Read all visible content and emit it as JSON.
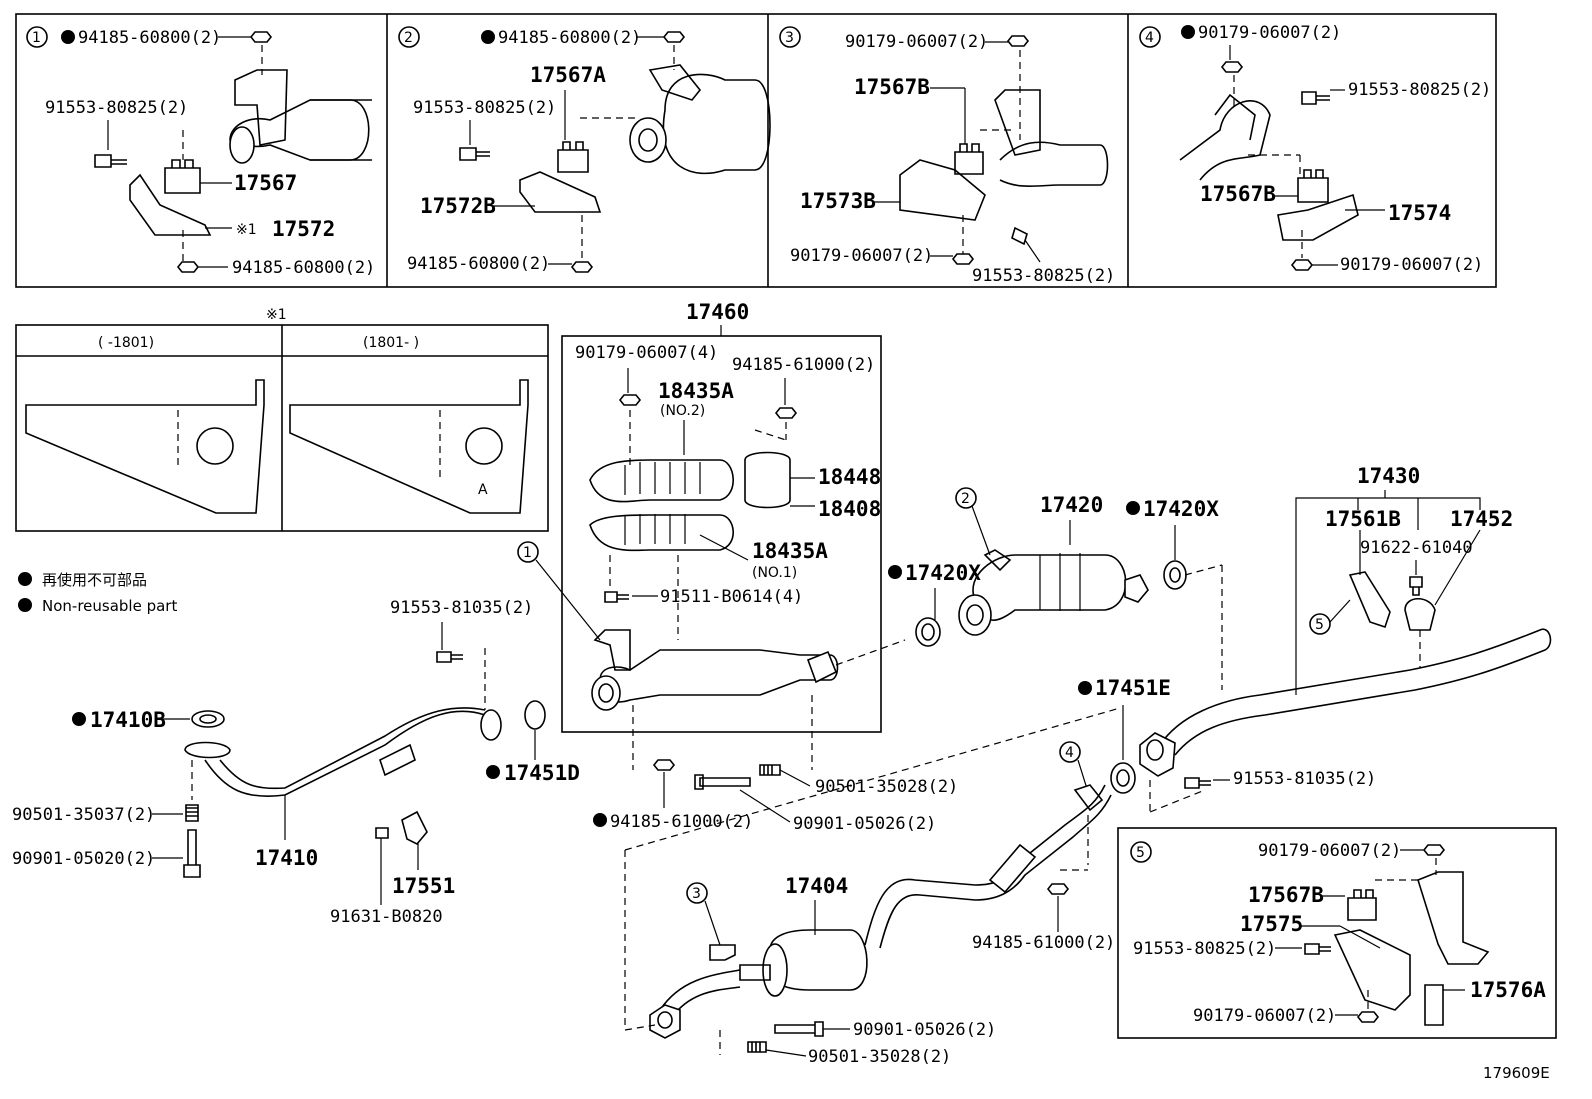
{
  "figure_code": "179609E",
  "legend": {
    "jp": "再使用不可部品",
    "en": "Non-reusable part"
  },
  "detail_panels": [
    {
      "num": "1",
      "labels": [
        "94185-60800(2)",
        "91553-80825(2)",
        "17567",
        "17572",
        "94185-60800(2)"
      ],
      "note": "※1"
    },
    {
      "num": "2",
      "labels": [
        "94185-60800(2)",
        "17567A",
        "91553-80825(2)",
        "17572B",
        "94185-60800(2)"
      ]
    },
    {
      "num": "3",
      "labels": [
        "90179-06007(2)",
        "17567B",
        "17573B",
        "90179-06007(2)",
        "91553-80825(2)"
      ]
    },
    {
      "num": "4",
      "labels": [
        "90179-06007(2)",
        "91553-80825(2)",
        "17567B",
        "17574",
        "90179-06007(2)"
      ]
    }
  ],
  "note_panel": {
    "title": "※1",
    "left_header": "(     -1801)",
    "right_header": "(1801-     )",
    "mark": "A"
  },
  "assembly_17460": {
    "title": "17460",
    "labels": [
      "90179-06007(4)",
      "94185-61000(2)",
      "18435A",
      "(NO.2)",
      "18448",
      "18408",
      "18435A",
      "(NO.1)",
      "91511-B0614(4)"
    ]
  },
  "assembly_17430": {
    "title": "17430",
    "labels": [
      "17561B",
      "17452",
      "91622-61040"
    ]
  },
  "panel5": {
    "num": "5",
    "labels": [
      "90179-06007(2)",
      "17567B",
      "17575",
      "91553-80825(2)",
      "17576A",
      "90179-06007(2)"
    ]
  },
  "main_labels": {
    "l17420": "17420",
    "l17420X_a": "17420X",
    "l17420X_b": "17420X",
    "l17451E": "17451E",
    "l17451D": "17451D",
    "l17410B": "17410B",
    "l17410": "17410",
    "l17551": "17551",
    "l17404": "17404",
    "p91553_81035_a": "91553-81035(2)",
    "p91553_81035_b": "91553-81035(2)",
    "p90501_35037": "90501-35037(2)",
    "p90901_05020": "90901-05020(2)",
    "p91631_B0820": "91631-B0820",
    "p94185_61000_a": "94185-61000(2)",
    "p94185_61000_b": "94185-61000(2)",
    "p90501_35028_a": "90501-35028(2)",
    "p90901_05026_a": "90901-05026(2)",
    "p90901_05026_b": "90901-05026(2)",
    "p90501_35028_b": "90501-35028(2)"
  },
  "callouts": {
    "c1": "1",
    "c2": "2",
    "c3": "3",
    "c4": "4",
    "c5": "5"
  }
}
